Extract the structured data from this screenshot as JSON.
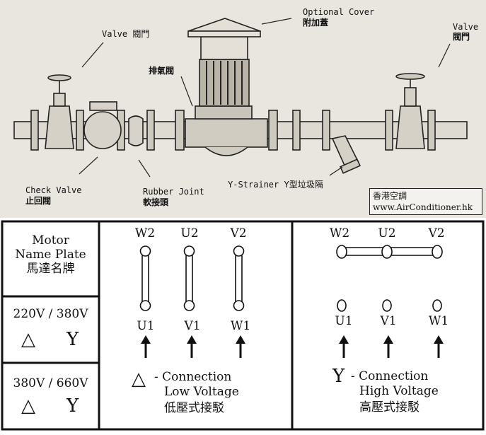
{
  "pipe_labels": {
    "valve_left": "Valve 閥門",
    "valve_right_en": "Valve",
    "valve_right_zh": "閥門",
    "cover_en": "Optional Cover",
    "cover_zh": "附加蓋",
    "air_vent": "排氣閥",
    "check_valve_en": "Check Valve",
    "check_valve_zh": "止回閥",
    "rubber_joint_en": "Rubber Joint",
    "rubber_joint_zh": "軟接頭",
    "y_strainer": "Y-Strainer Y型垃圾隔"
  },
  "brand": {
    "name": "香港空調",
    "url": "www.AirConditioner.hk"
  },
  "nameplate": {
    "title_line1": "Motor",
    "title_line2": "Name Plate",
    "title_zh": "馬達名牌",
    "row1_voltage": "220V / 380V",
    "row2_voltage": "380V / 660V",
    "delta_symbol": "△",
    "star_symbol": "Y"
  },
  "delta_panel": {
    "top_terminals": [
      "W2",
      "U2",
      "V2"
    ],
    "bottom_terminals": [
      "U1",
      "V1",
      "W1"
    ],
    "symbol": "△",
    "caption_line1": "- Connection",
    "caption_line2": "Low Voltage",
    "caption_zh": "低壓式接駁"
  },
  "star_panel": {
    "top_terminals": [
      "W2",
      "U2",
      "V2"
    ],
    "bottom_terminals": [
      "U1",
      "V1",
      "W1"
    ],
    "symbol": "Y",
    "caption_line1": "- Connection",
    "caption_line2": "High Voltage",
    "caption_zh": "高壓式接駁"
  }
}
